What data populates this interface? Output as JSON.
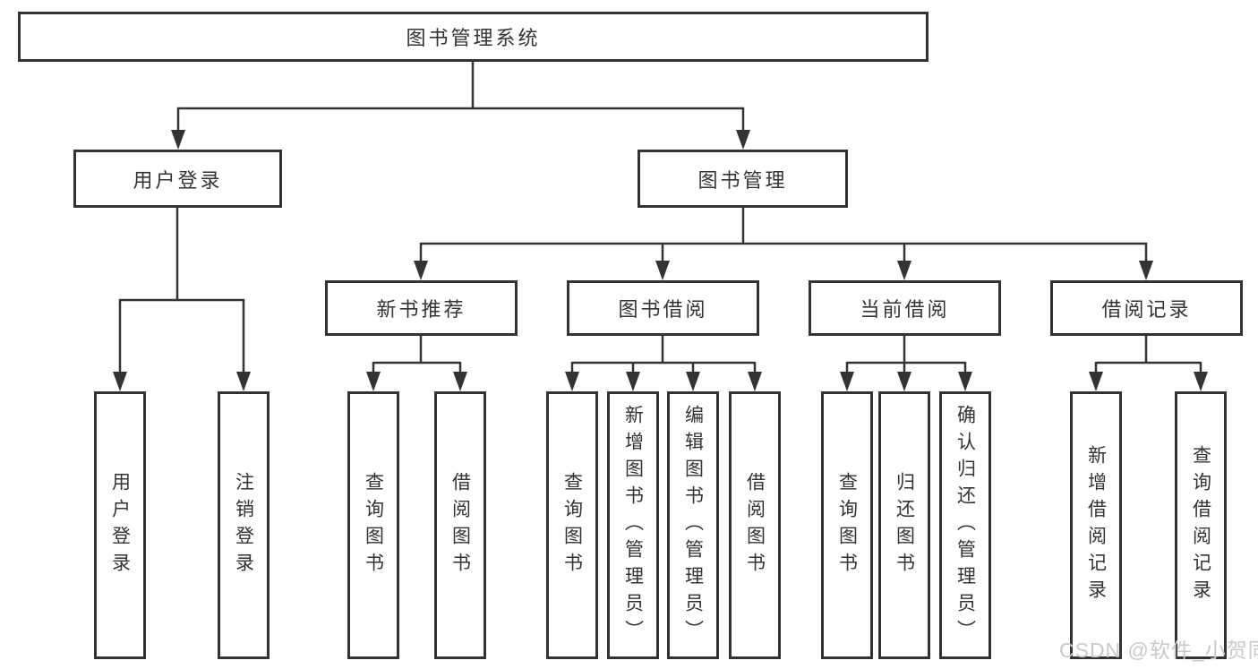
{
  "diagram": {
    "root": {
      "label": "图书管理系统"
    },
    "level2": [
      {
        "label": "用户登录"
      },
      {
        "label": "图书管理"
      }
    ],
    "level3": [
      {
        "label": "新书推荐"
      },
      {
        "label": "图书借阅"
      },
      {
        "label": "当前借阅"
      },
      {
        "label": "借阅记录"
      }
    ],
    "leaves": {
      "user_login": [
        {
          "label": "用户登录"
        },
        {
          "label": "注销登录"
        }
      ],
      "new_book_recommend": [
        {
          "label": "查询图书"
        },
        {
          "label": "借阅图书"
        }
      ],
      "book_borrowing": [
        {
          "label": "查询图书"
        },
        {
          "label": "新增图书（管理员）"
        },
        {
          "label": "编辑图书（管理员）"
        },
        {
          "label": "借阅图书"
        }
      ],
      "current_borrowing": [
        {
          "label": "查询图书"
        },
        {
          "label": "归还图书"
        },
        {
          "label": "确认归还（管理员）"
        }
      ],
      "borrowing_records": [
        {
          "label": "新增借阅记录"
        },
        {
          "label": "查询借阅记录"
        }
      ]
    },
    "watermark": "CSDN @软件_小贺同学",
    "colors": {
      "line": "#333333",
      "box_border": "#333333",
      "box_fill": "#ffffff",
      "text": "#333333",
      "watermark": "#c9c9c9",
      "background": "#ffffff"
    }
  }
}
